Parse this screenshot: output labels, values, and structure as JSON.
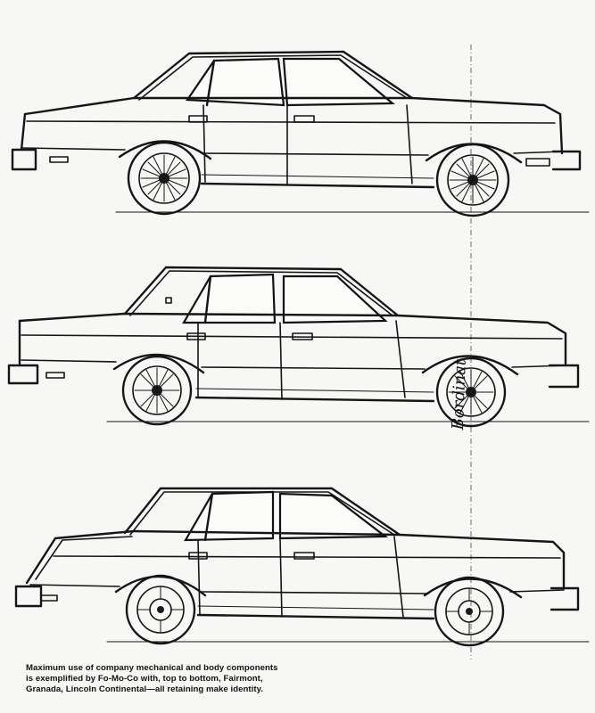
{
  "caption": {
    "lines": [
      "Maximum use of company mechanical and body components",
      "is exemplified by Fo-Mo-Co with, top to bottom, Fairmont,",
      "Granada, Lincoln Continental—all retaining make identity."
    ]
  },
  "signature": "Bordinat",
  "illustrations": [
    "car-sketch-top",
    "car-sketch-middle",
    "car-sketch-bottom"
  ]
}
